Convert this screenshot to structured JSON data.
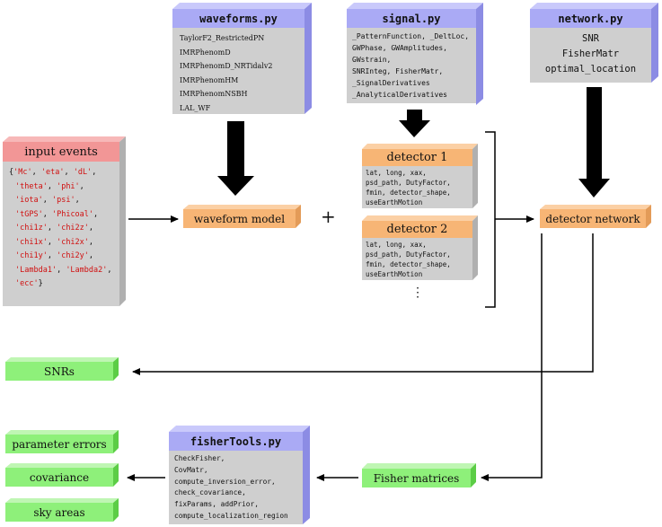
{
  "waveforms": {
    "title": "waveforms.py",
    "items": [
      "TaylorF2_RestrictedPN",
      "IMRPhenomD",
      "IMRPhenomD_NRTidalv2",
      "IMRPhenomHM",
      "IMRPhenomNSBH",
      "LAL_WF"
    ]
  },
  "signal": {
    "title": "signal.py",
    "items": [
      "_PatternFunction, _DeltLoc,",
      "GWPhase, GWAmplitudes,",
      "GWstrain,",
      "SNRInteg, FisherMatr,",
      "_SignalDerivatives",
      "_AnalyticalDerivatives"
    ]
  },
  "network": {
    "title": "network.py",
    "items": [
      "SNR",
      "FisherMatr",
      "optimal_location"
    ]
  },
  "input_events": {
    "title": "input events",
    "lines": [
      [
        "{",
        "'Mc'",
        ", ",
        "'eta'",
        ", ",
        "'dL'",
        ","
      ],
      [
        "",
        "'theta'",
        ", ",
        "'phi'",
        ","
      ],
      [
        "",
        "'iota'",
        ", ",
        "'psi'",
        ","
      ],
      [
        "",
        "'tGPS'",
        ", ",
        "'Phicoal'",
        ","
      ],
      [
        "",
        "'chi1z'",
        ", ",
        "'chi2z'",
        ","
      ],
      [
        "",
        "'chi1x'",
        ", ",
        "'chi2x'",
        ","
      ],
      [
        "",
        "'chi1y'",
        ", ",
        "'chi2y'",
        ","
      ],
      [
        "",
        "'Lambda1'",
        ", ",
        "'Lambda2'",
        ","
      ],
      [
        "",
        "'ecc'",
        "}"
      ]
    ]
  },
  "waveform_model": "waveform model",
  "plus": "+",
  "detector1": {
    "title": "detector 1",
    "items": [
      "lat, long, xax,",
      "psd_path, DutyFactor,",
      "fmin, detector_shape,",
      "useEarthMotion"
    ]
  },
  "detector2": {
    "title": "detector 2",
    "items": [
      "lat, long, xax,",
      "psd_path, DutyFactor,",
      "fmin, detector_shape,",
      "useEarthMotion"
    ]
  },
  "ellipsis": "⋮",
  "detector_network": "detector network",
  "snrs": "SNRs",
  "fisher_matrices": "Fisher matrices",
  "fishertools": {
    "title": "fisherTools.py",
    "items": [
      "CheckFisher,",
      "CovMatr,",
      "compute_inversion_error,",
      "check_covariance,",
      "fixParams, addPrior,",
      "compute_localization_region"
    ]
  },
  "outputs": [
    "parameter errors",
    "covariance",
    "sky areas"
  ],
  "colors": {
    "blue": "#aaaaf5",
    "gray": "#cfcfcf",
    "orange": "#f7b575",
    "green": "#8ef07a",
    "red": "#f29696"
  }
}
